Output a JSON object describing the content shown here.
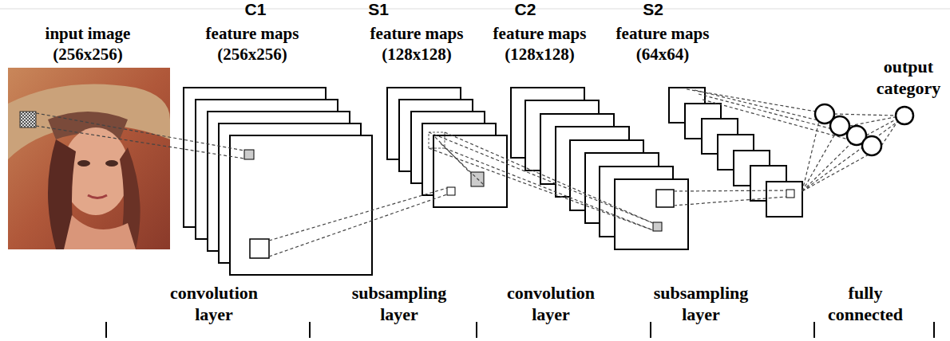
{
  "diagram": {
    "labels": [
      "C1",
      "S1",
      "C2",
      "S2",
      "input image",
      "(256x256)",
      "feature maps",
      "(256x256)",
      "feature maps",
      "(128x128)",
      "feature maps",
      "(128x128)",
      "feature maps",
      "(64x64)",
      "output category",
      "convolution layer",
      "subsampling layer",
      "convolution layer",
      "subsampling layer",
      "fully connected"
    ]
  }
}
